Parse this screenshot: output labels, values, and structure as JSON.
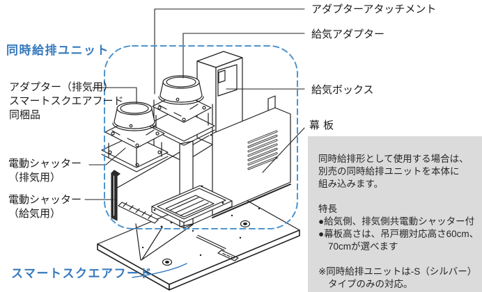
{
  "colors": {
    "accent_blue": "#3679bd",
    "dashed_blue": "#4d93cc",
    "info_bg": "#dbdbdb",
    "line": "#1f1f1f"
  },
  "diagram": {
    "unit_group_label": "同時給排ユニット",
    "hood_label": "スマートスクエアフード",
    "callouts": {
      "adapter_attachment": "アダプターアタッチメント",
      "supply_adapter": "給気アダプター",
      "supply_box": "給気ボックス",
      "front_panel": "幕板",
      "exhaust_adapter_lines": [
        "アダプター（排気用）",
        "スマートスクエアフード",
        "同梱品"
      ],
      "shutter_exhaust_lines": [
        "電動シャッター",
        "（排気用）"
      ],
      "shutter_supply_lines": [
        "電動シャッター",
        "（給気用）"
      ]
    }
  },
  "info_box": {
    "paragraph_lines": [
      "同時給排形として使用する場合は、",
      "別売の同時給排ユニットを本体に",
      "組み込みます。"
    ],
    "features_title": "特長",
    "feature_lines": [
      "●給気側、排気側共電動シャッター付",
      "●幕板高さは、吊戸棚対応高さ60cm、",
      "70cmが選べます"
    ],
    "note_lines": [
      "※同時給排ユニットは-S（シルバー）",
      "タイプのみの対応。"
    ]
  }
}
